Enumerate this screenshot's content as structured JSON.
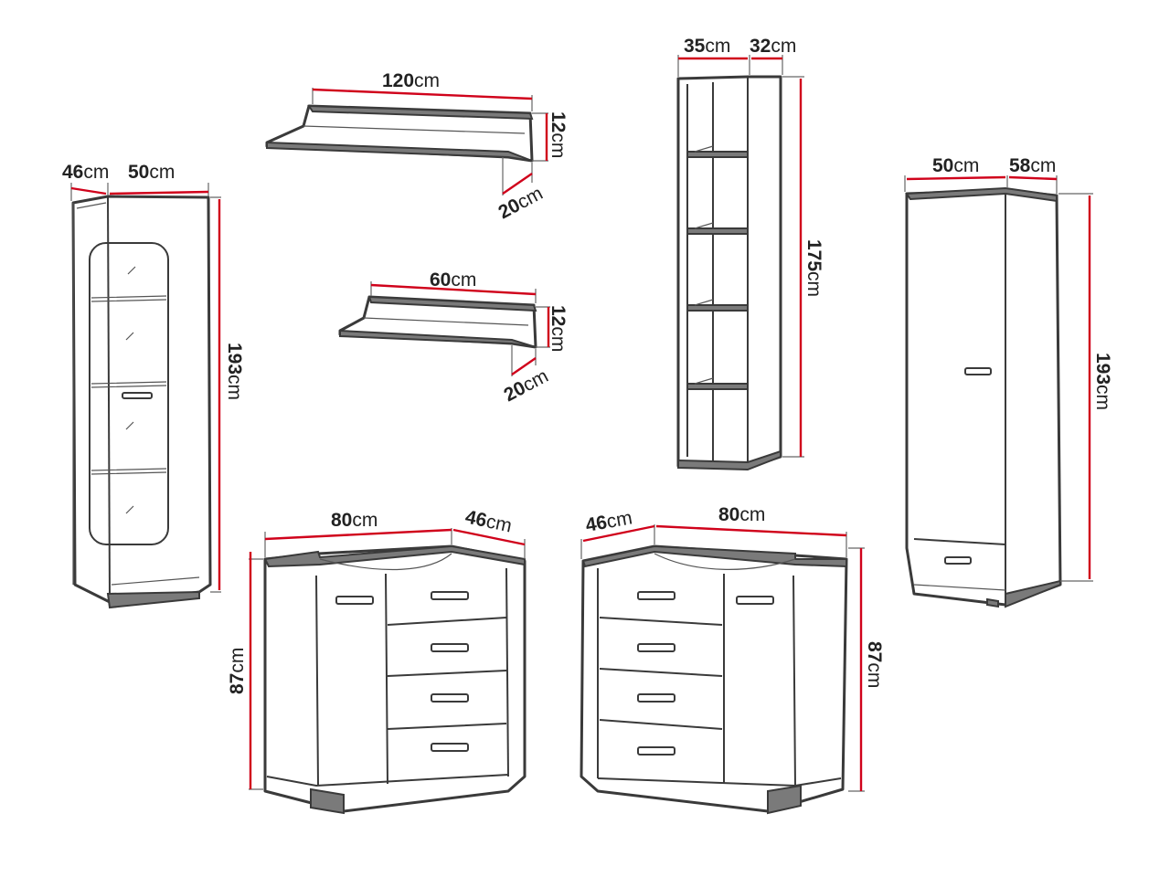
{
  "unit": "cm",
  "items": {
    "vitrine": {
      "depth": "46",
      "width": "50",
      "height": "193"
    },
    "shelf_large": {
      "width": "120",
      "height": "12",
      "depth": "20"
    },
    "shelf_small": {
      "width": "60",
      "height": "12",
      "depth": "20"
    },
    "bookcase": {
      "depth": "35",
      "width": "32",
      "height": "175"
    },
    "wardrobe": {
      "width": "50",
      "depth": "58",
      "height": "193"
    },
    "chest_left": {
      "width": "80",
      "depth": "46",
      "height": "87"
    },
    "chest_right": {
      "depth": "46",
      "width": "80",
      "height": "87"
    }
  },
  "colors": {
    "dimension_line": "#d0021b",
    "outline": "#3a3a3a"
  }
}
